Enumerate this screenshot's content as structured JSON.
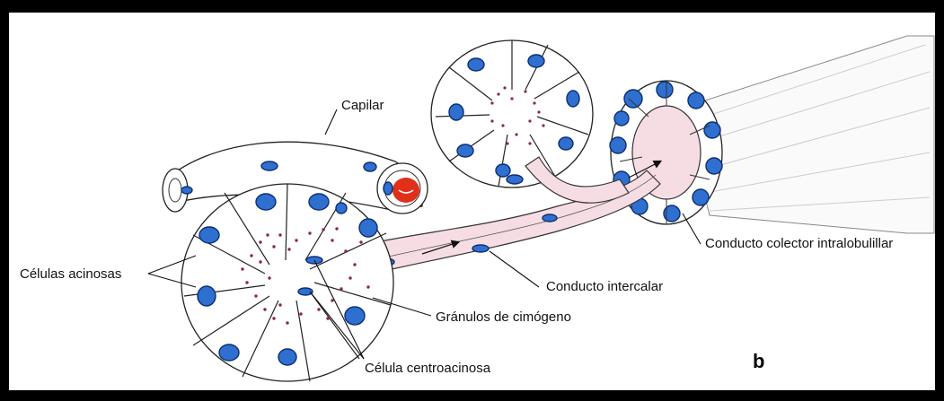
{
  "figure": {
    "panel_letter": "b",
    "labels": {
      "capilar": "Capilar",
      "celulas_acinosas": "Células acinosas",
      "conducto_colector": "Conducto colector intralobulillar",
      "conducto_intercalar": "Conducto intercalar",
      "granulos": "Gránulos de cimógeno",
      "celula_centroacinosa": "Célula centroacinosa"
    },
    "colors": {
      "nucleus": "#2f6fd0",
      "granules": "#8a2a3a",
      "duct_lumen": "#f6dde4",
      "red_blood_cell": "#e0301a",
      "frame": "#000000"
    }
  }
}
